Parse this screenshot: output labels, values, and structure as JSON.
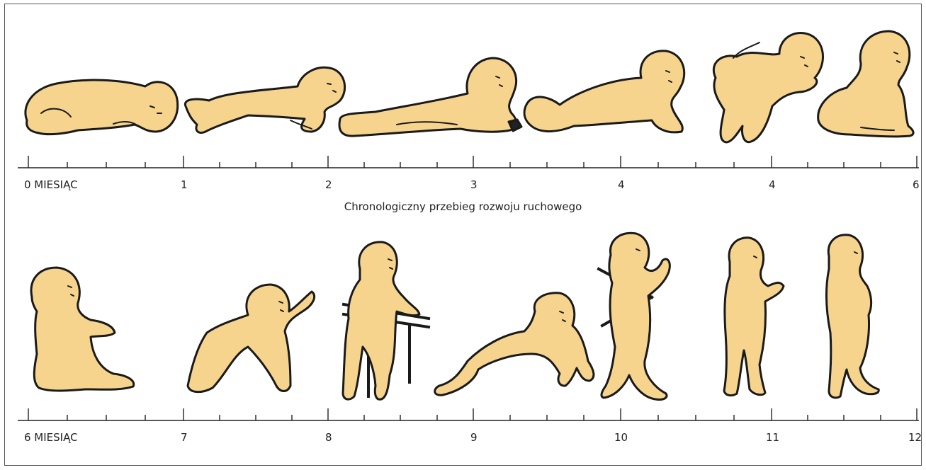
{
  "timeline_rows": [
    {
      "labels": [
        {
          "text": "0  MIESIĄC"
        },
        {
          "text": "1"
        },
        {
          "text": "2"
        },
        {
          "text": "3"
        },
        {
          "text": "4"
        },
        {
          "text": "4"
        },
        {
          "text": "6"
        }
      ],
      "figures": [
        "newborn-curled-prone",
        "prone-head-lift",
        "prone-forearm-support",
        "prone-arm-support",
        "rolling-over",
        "sitting-with-hand-support"
      ]
    },
    {
      "labels": [
        {
          "text": "6  MIESIĄC"
        },
        {
          "text": "7"
        },
        {
          "text": "8"
        },
        {
          "text": "9"
        },
        {
          "text": "10"
        },
        {
          "text": "11"
        },
        {
          "text": "12"
        }
      ],
      "figures": [
        "sitting-independently",
        "kneeling-reaching",
        "standing-holding-table",
        "crawling",
        "walking-with-support",
        "standing-alone",
        "walking-alone"
      ]
    }
  ],
  "caption": "Chronologiczny przebieg rozwoju ruchowego",
  "colors": {
    "skin": "#f6d48d",
    "outline": "#1a1a1a",
    "axis": "#222222"
  }
}
